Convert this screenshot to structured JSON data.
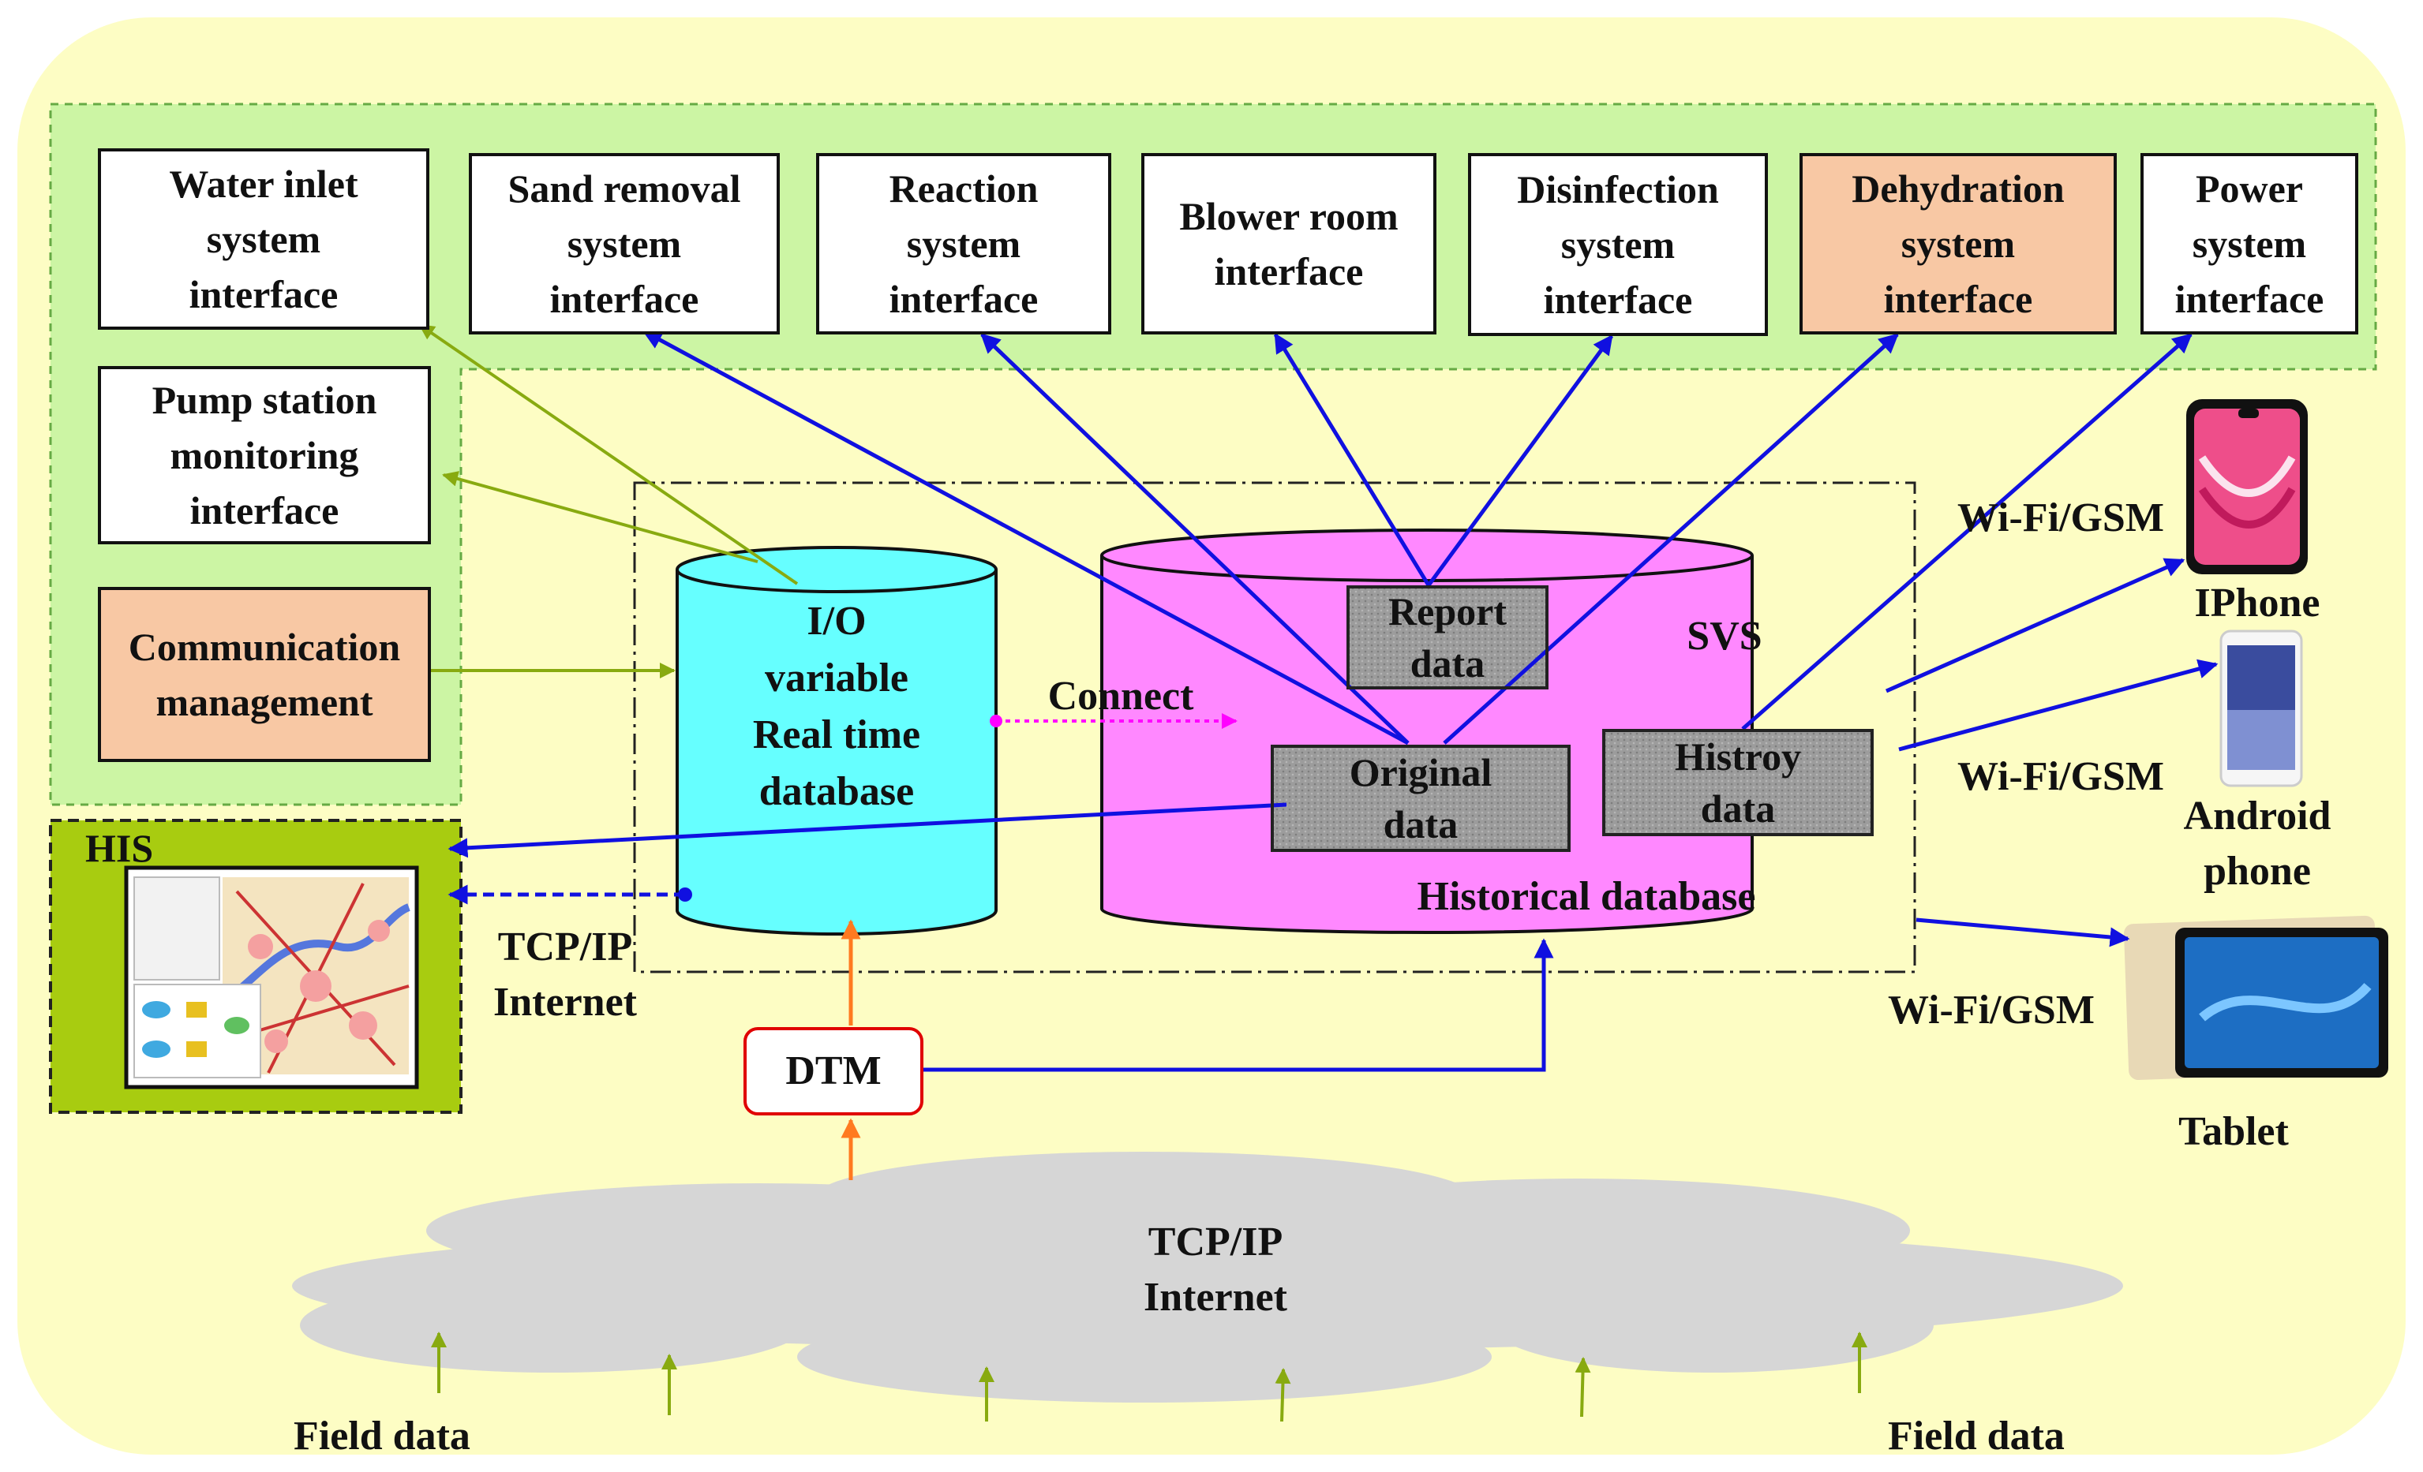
{
  "subsystems": [
    {
      "id": "water-inlet",
      "label": "Water inlet\nsystem\ninterface"
    },
    {
      "id": "sand-removal",
      "label": "Sand removal\nsystem\ninterface"
    },
    {
      "id": "reaction",
      "label": "Reaction\nsystem\ninterface"
    },
    {
      "id": "blower-room",
      "label": "Blower room\ninterface"
    },
    {
      "id": "disinfection",
      "label": "Disinfection\nsystem\ninterface"
    },
    {
      "id": "dehydration",
      "label": "Dehydration\nsystem\ninterface"
    },
    {
      "id": "power",
      "label": "Power\nsystem\ninterface"
    }
  ],
  "left_modules": {
    "pump_station": "Pump station\nmonitoring\ninterface",
    "communication": "Communication\nmanagement"
  },
  "his": {
    "title": "HIS"
  },
  "io_db": {
    "label": "I/O\nvariable\nReal time\ndatabase"
  },
  "connect": "Connect",
  "svs": {
    "title": "SVS",
    "report": "Report\ndata",
    "original": "Original\ndata",
    "history": "Histroy\ndata",
    "historical_db": "Historical database"
  },
  "dtm": "DTM",
  "tcp_small": "TCP/IP\nInternet",
  "cloud": "TCP/IP\nInternet",
  "field_left": "Field data",
  "field_right": "Field data",
  "wifi_1": "Wi-Fi/GSM",
  "wifi_2": "Wi-Fi/GSM",
  "wifi_3": "Wi-Fi/GSM",
  "devices": {
    "iphone": "IPhone",
    "android": "Android\nphone",
    "tablet": "Tablet"
  },
  "colors": {
    "background": "#fdfdc4",
    "panel": "#ccf5a4",
    "his_panel": "#a8cc10",
    "io_db": "#66ffff",
    "svs_db": "#ff88ff",
    "blue_arrow": "#1010e0",
    "green_arrow": "#88aa10",
    "orange_arrow": "#ff7a20",
    "magenta_arrow": "#ff00ff"
  }
}
